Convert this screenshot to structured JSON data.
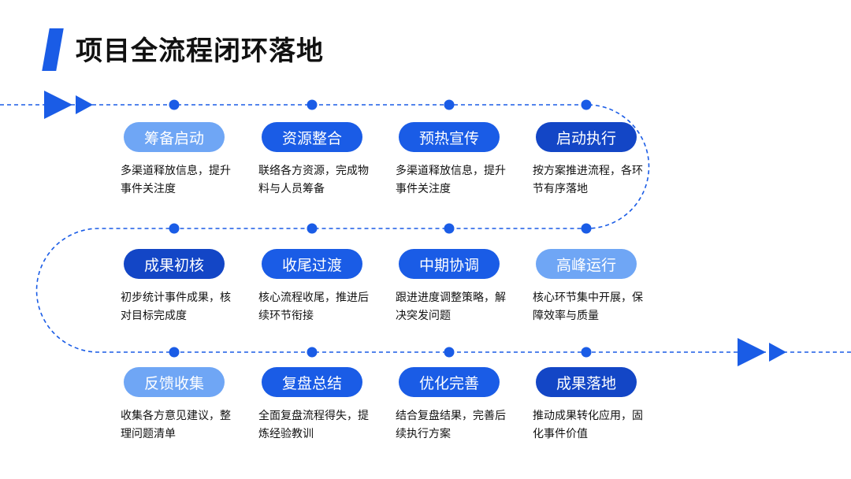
{
  "title": "项目全流程闭环落地",
  "colors": {
    "accent": "#1a5ce6",
    "pill_light": "#6fa6f5",
    "pill_mid": "#1a5ce6",
    "pill_dark": "#1346c6",
    "path_line": "#1a5ce6"
  },
  "steps": [
    {
      "label": "筹备启动",
      "desc": "多渠道释放信息，提升事件关注度",
      "tone": "light"
    },
    {
      "label": "资源整合",
      "desc": "联络各方资源，完成物料与人员筹备",
      "tone": "mid"
    },
    {
      "label": "预热宣传",
      "desc": "多渠道释放信息，提升事件关注度",
      "tone": "mid"
    },
    {
      "label": "启动执行",
      "desc": "按方案推进流程，各环节有序落地",
      "tone": "dark"
    },
    {
      "label": "成果初核",
      "desc": "初步统计事件成果，核对目标完成度",
      "tone": "dark"
    },
    {
      "label": "收尾过渡",
      "desc": "核心流程收尾，推进后续环节衔接",
      "tone": "mid"
    },
    {
      "label": "中期协调",
      "desc": "跟进进度调整策略，解决突发问题",
      "tone": "mid"
    },
    {
      "label": "高峰运行",
      "desc": "核心环节集中开展，保障效率与质量",
      "tone": "light"
    },
    {
      "label": "反馈收集",
      "desc": "收集各方意见建议，整理问题清单",
      "tone": "light"
    },
    {
      "label": "复盘总结",
      "desc": "全面复盘流程得失，提炼经验教训",
      "tone": "mid"
    },
    {
      "label": "优化完善",
      "desc": "结合复盘结果，完善后续执行方案",
      "tone": "mid"
    },
    {
      "label": "成果落地",
      "desc": "推动成果转化应用，固化事件价值",
      "tone": "dark"
    }
  ]
}
